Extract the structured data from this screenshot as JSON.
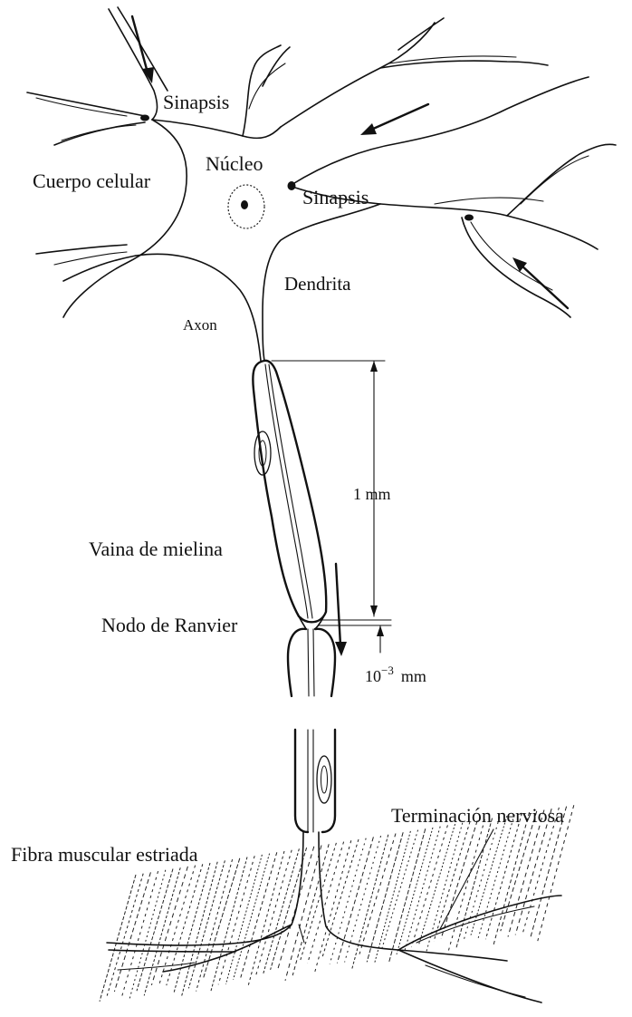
{
  "labels": {
    "sinapsis_top": "Sinapsis",
    "cuerpo_celular": "Cuerpo celular",
    "nucleo": "Núcleo",
    "sinapsis_right": "Sinapsis",
    "dendrita": "Dendrita",
    "axon": "Axon",
    "vaina_mielina": "Vaina de mielina",
    "nodo_ranvier": "Nodo de Ranvier",
    "one_mm": "1 mm",
    "micro_mm_base": "10",
    "micro_mm_exp": "−3",
    "micro_mm_unit": "mm",
    "terminacion": "Terminación nerviosa",
    "fibra_muscular": "Fibra muscular estriada"
  }
}
